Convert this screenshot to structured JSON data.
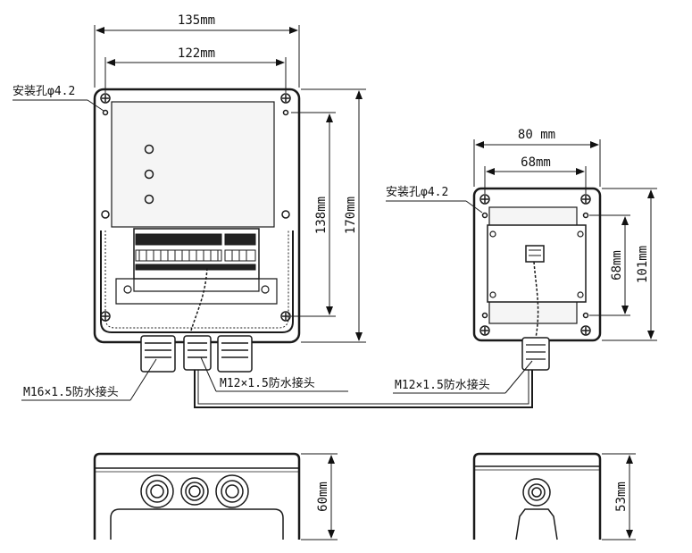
{
  "colors": {
    "ink": "#1a1a1a",
    "panel": "#f5f5f5",
    "white": "#ffffff"
  },
  "left_unit": {
    "dim_width_outer": "135mm",
    "dim_width_holes": "122mm",
    "dim_height_outer": "170mm",
    "dim_height_holes": "138mm",
    "hole_label": "安装孔φ4.2",
    "gland_large_label": "M16×1.5防水接头",
    "gland_small_label": "M12×1.5防水接头",
    "side_depth": "60mm"
  },
  "right_unit": {
    "dim_width_outer": "80 mm",
    "dim_width_holes": "68mm",
    "dim_height_outer": "101mm",
    "dim_height_holes": "68mm",
    "hole_label": "安装孔φ4.2",
    "gland_label": "M12×1.5防水接头",
    "side_depth": "53mm"
  }
}
